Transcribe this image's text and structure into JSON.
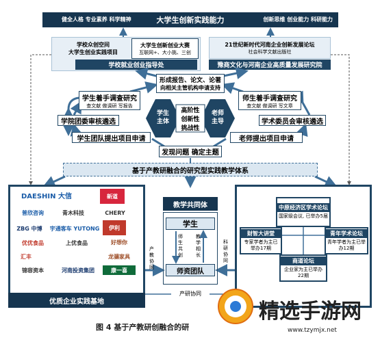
{
  "top_bar": {
    "title": "大学生创新实践能力",
    "left_items": "健全人格  专业素养  科学精神",
    "right_items": "创新思维  创业能力  科研能力"
  },
  "top_left": {
    "line1": "学校众创空间",
    "line2": "大学生创业实践项目",
    "mid_title": "大学生创新创业大赛",
    "mid_sub": "互联网+、大小挑、三创",
    "bottom": "学校就业创业指导处"
  },
  "top_right": {
    "title": "21世纪新时代河南企业创新发展论坛",
    "sub": "社会科学文献出版社",
    "bottom": "豫商文化与河南企业高质量发展研究院"
  },
  "center": {
    "report_line1": "形成报告、论文、论著",
    "report_line2": "向相关主管机构申请支持",
    "left_research": "学生着手调查研究",
    "left_research_sub": "查文献 做调研 写报告",
    "right_research": "师生着手调查研究",
    "right_research_sub": "查文献 做调研 写文章",
    "left_review": "学院团委审核遴选",
    "right_review": "学术委员会审核遴选",
    "student_subject": "学生主体",
    "teacher_lead": "老师主导",
    "features": [
      "高阶性",
      "创新性",
      "挑战性"
    ],
    "student_apply": "学生团队提出项目申请",
    "teacher_apply": "老师提出项目申请",
    "topic": "发现问题  确定主题"
  },
  "system_bar": "基于产教研融合的研究型实践教学体系",
  "enterprises": {
    "logos": [
      "DAESHIN 大信",
      "新道",
      "普欣咨询",
      "青木科技",
      "CHERY",
      "ZBG 中博",
      "宇通客车 YUTONG",
      "伊利",
      "好想你",
      "优优食品",
      "上优食品",
      "汇丰",
      "锦容资本",
      "河南投资集团",
      "龙骧家具",
      "康一喜"
    ],
    "label": "优质企业实践基地"
  },
  "middle": {
    "community": "教学共同体",
    "student": "学生",
    "mentor_team": "师资团队",
    "left_vertical": "师生共创",
    "right_vertical": "教学相长",
    "left_outer": "产教协同",
    "right_outer": "科研协同",
    "bottom_label": "产研协同"
  },
  "forums": {
    "top_title": "中原经济区学术论坛",
    "top_sub": "国家级会议, 已举办5届",
    "left_title": "财智大讲堂",
    "left_sub": "专家学者为主已举办17期",
    "right_title": "青年学术论坛",
    "right_sub": "青年学者为主已举办12期",
    "bottom_title": "商道论坛",
    "bottom_sub": "企业家为主已举办22期"
  },
  "caption": "图 4  基于产教研创融合的研",
  "watermark": {
    "text": "精选手游网",
    "url": "www.tzymjx.net"
  },
  "colors": {
    "dark_navy": "#16354f",
    "box_navy": "#1f4563",
    "light_blue": "#dbe7f1",
    "arrow": "#3f6f98"
  }
}
